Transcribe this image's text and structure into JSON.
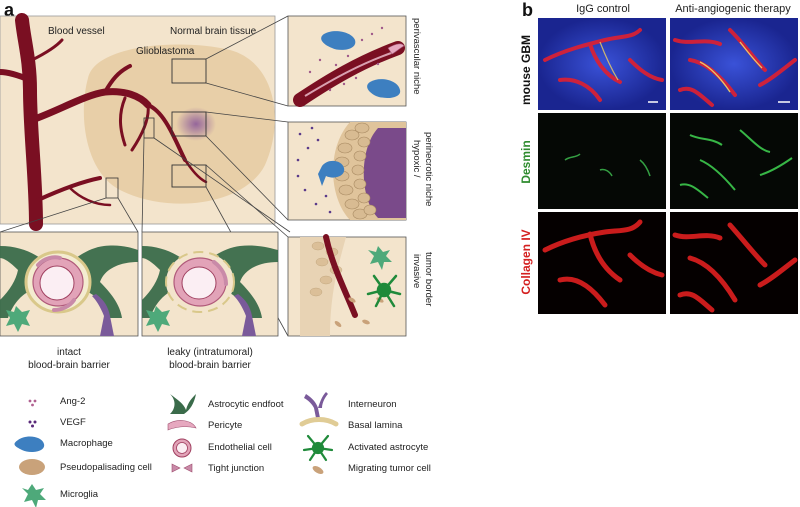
{
  "panels": {
    "a": {
      "letter": "a"
    },
    "b": {
      "letter": "b"
    }
  },
  "scene": {
    "blood_vessel": "Blood vessel",
    "normal_tissue": "Normal brain tissue",
    "glioblastoma": "Glioblastoma"
  },
  "niches": [
    {
      "label": "perivascular niche"
    },
    {
      "label_lines": [
        "hypoxic /",
        "perinecrotic niche"
      ]
    },
    {
      "label_lines": [
        "invasive",
        "tumor border"
      ]
    }
  ],
  "barriers": [
    {
      "lines": [
        "intact",
        "blood-brain barrier"
      ]
    },
    {
      "lines": [
        "leaky (intratumoral)",
        "blood-brain barrier"
      ]
    }
  ],
  "legend": {
    "col1": [
      "Ang-2",
      "VEGF",
      "Macrophage",
      "Pseudopalisading cell",
      "Microglia"
    ],
    "col2": [
      "Astrocytic endfoot",
      "Pericyte",
      "Endothelial cell",
      "Tight junction"
    ],
    "col3": [
      "Interneuron",
      "Basal lamina",
      "Activated astrocyte",
      "Migrating tumor cell"
    ]
  },
  "micro": {
    "col_headers": [
      "IgG control",
      "Anti-angiogenic therapy"
    ],
    "row_labels": [
      "mouse GBM",
      "Desmin",
      "Collagen IV"
    ],
    "row_label_colors": [
      "#111111",
      "#2e8b2e",
      "#d42020"
    ]
  },
  "colors": {
    "tissue": "#f3e4cc",
    "tumor": "#e8cfa8",
    "vessel": "#7a0f22",
    "necrosis": "#7a4a8a",
    "macrophage": "#3d7fc0",
    "astrocyte": "#3a6b4a",
    "microglia": "#4ea97a",
    "activated_astrocyte": "#1f8a3a"
  }
}
